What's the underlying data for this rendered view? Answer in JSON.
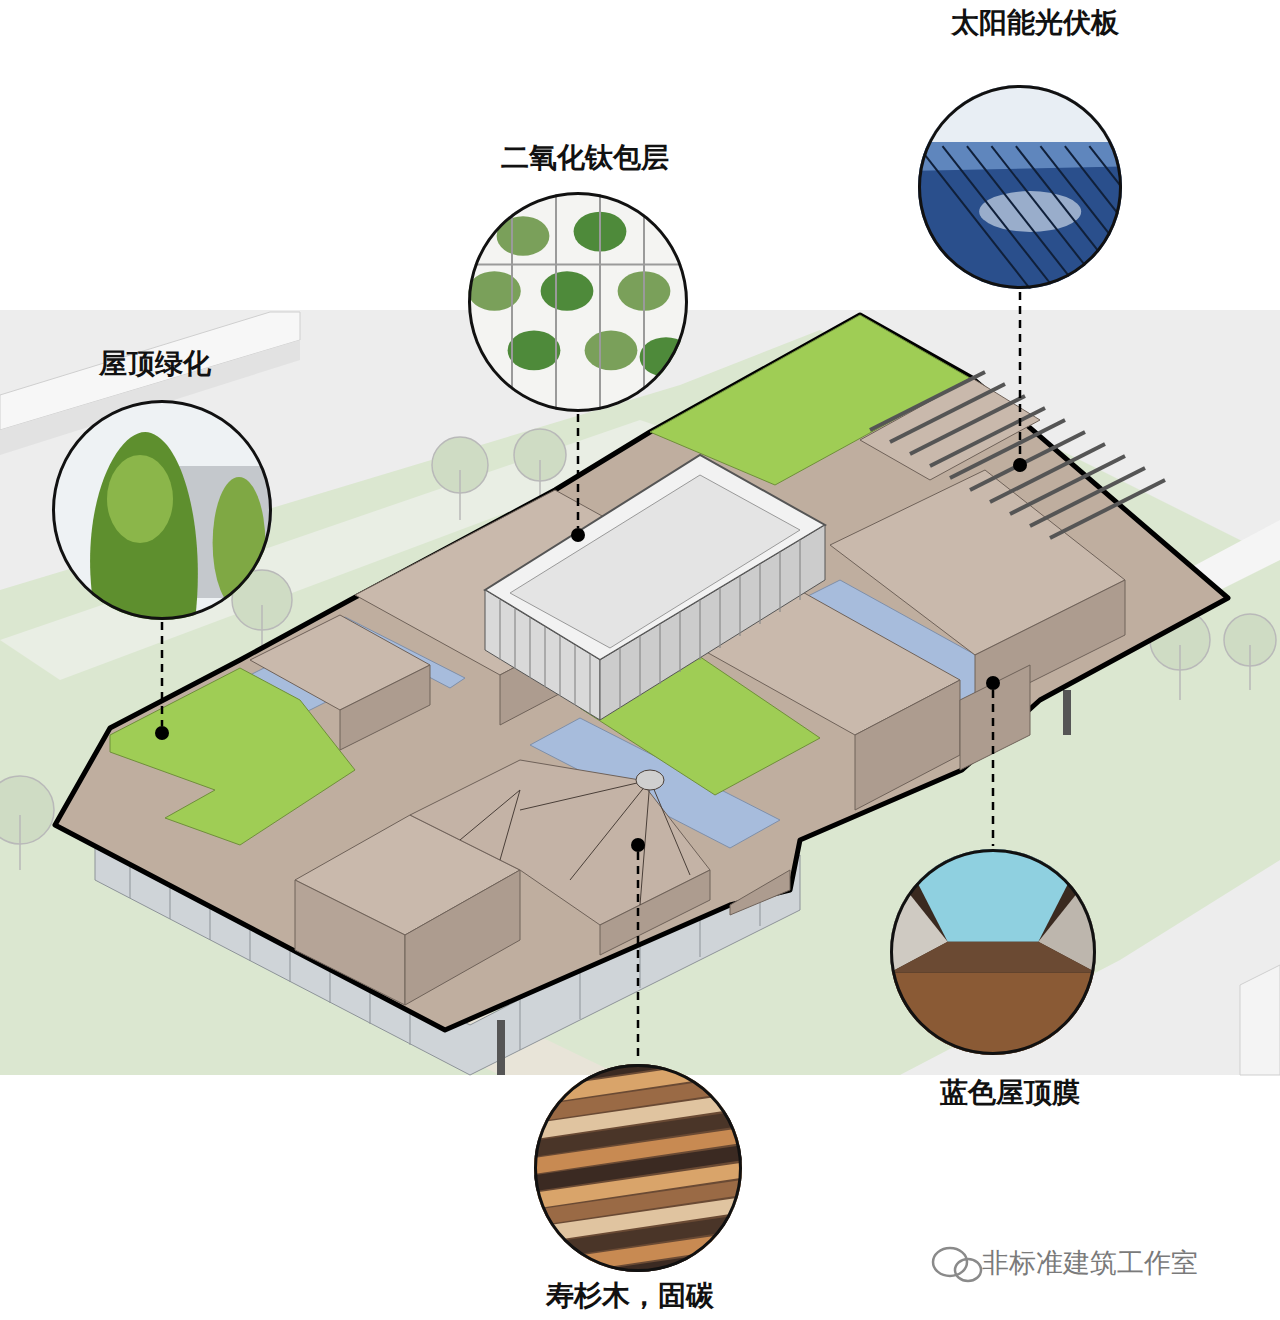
{
  "diagram": {
    "nodes": [
      {
        "text": [
          "太阳能光伏板"
        ]
      },
      {
        "text": [
          "二氧化钛包层"
        ]
      },
      {
        "text": [
          "屋顶绿化"
        ]
      },
      {
        "text": [
          "蓝色屋顶膜"
        ]
      },
      {
        "text": [
          "寿杉木，固碳"
        ]
      }
    ],
    "labels": [
      "非标准建筑工作室"
    ]
  }
}
